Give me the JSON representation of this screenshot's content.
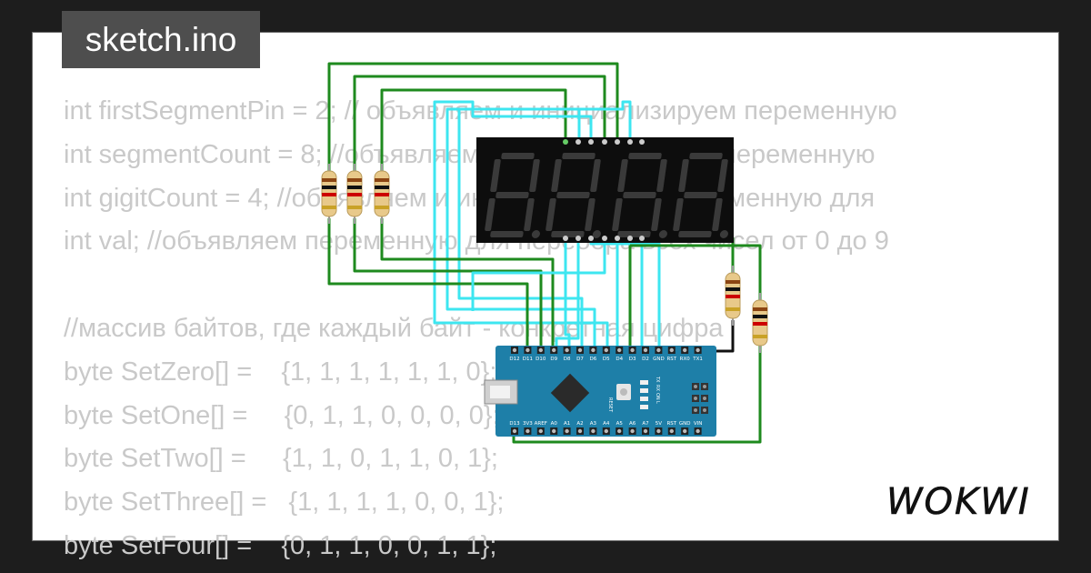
{
  "title": "sketch.ino",
  "logo_text": "WOKWI",
  "code_lines": [
    "int firstSegmentPin = 2; // объявляем и инициализируем переменную",
    "int segmentCount = 8; //объявляем и инициализируем переменную",
    "int gigitCount = 4; //объявляем и инициализируем переменную для",
    "int val; //объявляем переменную для перебора всех чисел от 0 до 9",
    "",
    "//массив байтов, где каждый байт - конкретная цифра",
    "byte SetZero[] =    {1, 1, 1, 1, 1, 1, 0};",
    "byte SetOne[] =     {0, 1, 1, 0, 0, 0, 0};",
    "byte SetTwo[] =     {1, 1, 0, 1, 1, 0, 1};",
    "byte SetThree[] =   {1, 1, 1, 1, 0, 0, 1};",
    "byte SetFour[] =    {0, 1, 1, 0, 0, 1, 1};"
  ],
  "board": {
    "top_pins": [
      "D12",
      "D11",
      "D10",
      "D9",
      "D8",
      "D7",
      "D6",
      "D5",
      "D4",
      "D3",
      "D2",
      "GND",
      "RST",
      "RX0",
      "TX1"
    ],
    "bottom_pins": [
      "D13",
      "3V3",
      "AREF",
      "A0",
      "A1",
      "A2",
      "A3",
      "A4",
      "A5",
      "A6",
      "A7",
      "5V",
      "RST",
      "GND",
      "VIN"
    ],
    "button_label": "RESET",
    "led_labels": [
      "TX",
      "RX",
      "ON",
      "L"
    ]
  },
  "colors": {
    "page_bg": "#1d1d1d",
    "panel_bg": "#ffffff",
    "code_text": "#c9c9c9",
    "title_bg": "#4e4e4e",
    "wire_green": "#1e8a1e",
    "wire_cyan": "#3de6f0",
    "wire_black": "#111111",
    "board": "#1e7fa8",
    "display_bg": "#0d0d0d",
    "segment_off": "#3a3a3a"
  }
}
